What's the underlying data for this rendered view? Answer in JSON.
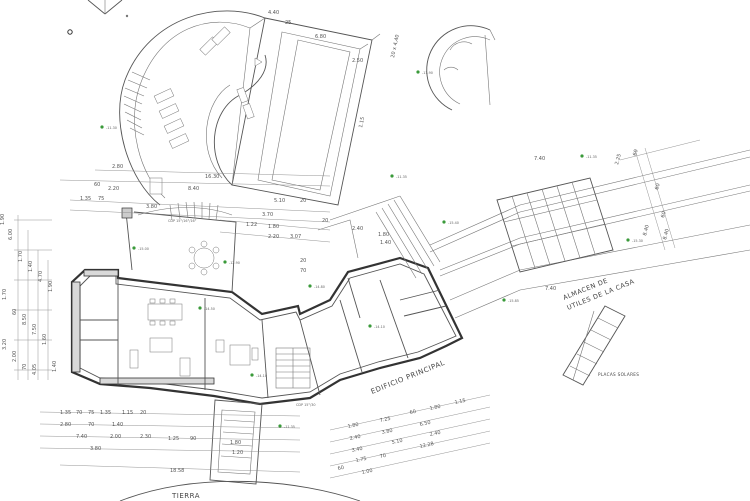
{
  "labels": {
    "edificio_principal": "EDIFICIO PRINCIPAL",
    "almacen_line1": "ALMACEN DE",
    "almacen_line2": "UTILES DE LA CASA",
    "placas_solares": "PLACAS SOLARES",
    "tierra": "TIERRA",
    "cdp_top": "CDP 15°/16°/16°",
    "cdp_bottom": "CDP 15°/30"
  },
  "levels": {
    "l1": "-11.30",
    "l2": "-11.90",
    "l3": "-11.35",
    "l4": "-15.00",
    "l5": "-12.90",
    "l6": "-14.50",
    "l7": "-14.80",
    "l8": "-14.10",
    "l9": "-15.40",
    "l10": "-11.35",
    "l11": "-15.85",
    "l12": "-15.30",
    "l13": "-11.35",
    "l14": "-14.10"
  },
  "dimensions": {
    "top": [
      "4.40",
      "6.80",
      "20 x 4,40",
      "2.50",
      "25",
      "1.15"
    ],
    "left_stack": [
      "1.90",
      "6.00",
      "1.70",
      "1.40",
      "4.70",
      "1.90",
      "1.70",
      "60",
      "8.50",
      "7.50",
      "1.60",
      "3.20",
      "2.00",
      "70",
      "4.05",
      "1.40"
    ],
    "mid_row_a": [
      "2.80",
      "16.30",
      "8.40",
      "5.10",
      "20"
    ],
    "mid_row_b": [
      "1.35",
      "75",
      "2.20",
      "3.80",
      "60",
      "3.70",
      "1.22",
      "1.80",
      "2.20",
      "3.07",
      "2.40",
      "20"
    ],
    "bottom_left": [
      "1.35",
      "70",
      "75",
      "1.35",
      "1.15",
      "20",
      "2.80",
      "70",
      "1.40",
      "7.40",
      "2.00",
      "2.30",
      "1.25",
      "90",
      "1.80",
      "1.20",
      "3.80",
      "18.58"
    ],
    "bottom_right": [
      "1.80",
      "7.25",
      "60",
      "1.80",
      "1.15",
      "2.40",
      "3.80",
      "6.50",
      "3.40",
      "5.10",
      "2.40",
      "1.75",
      "70",
      "12.28",
      "60",
      "1.00"
    ],
    "right": [
      "7.40",
      "2.25",
      "8.40",
      "7.40",
      "60",
      "60",
      "60",
      "8.40"
    ],
    "stair": [
      "1.80",
      "1.40",
      "20",
      "70"
    ]
  }
}
